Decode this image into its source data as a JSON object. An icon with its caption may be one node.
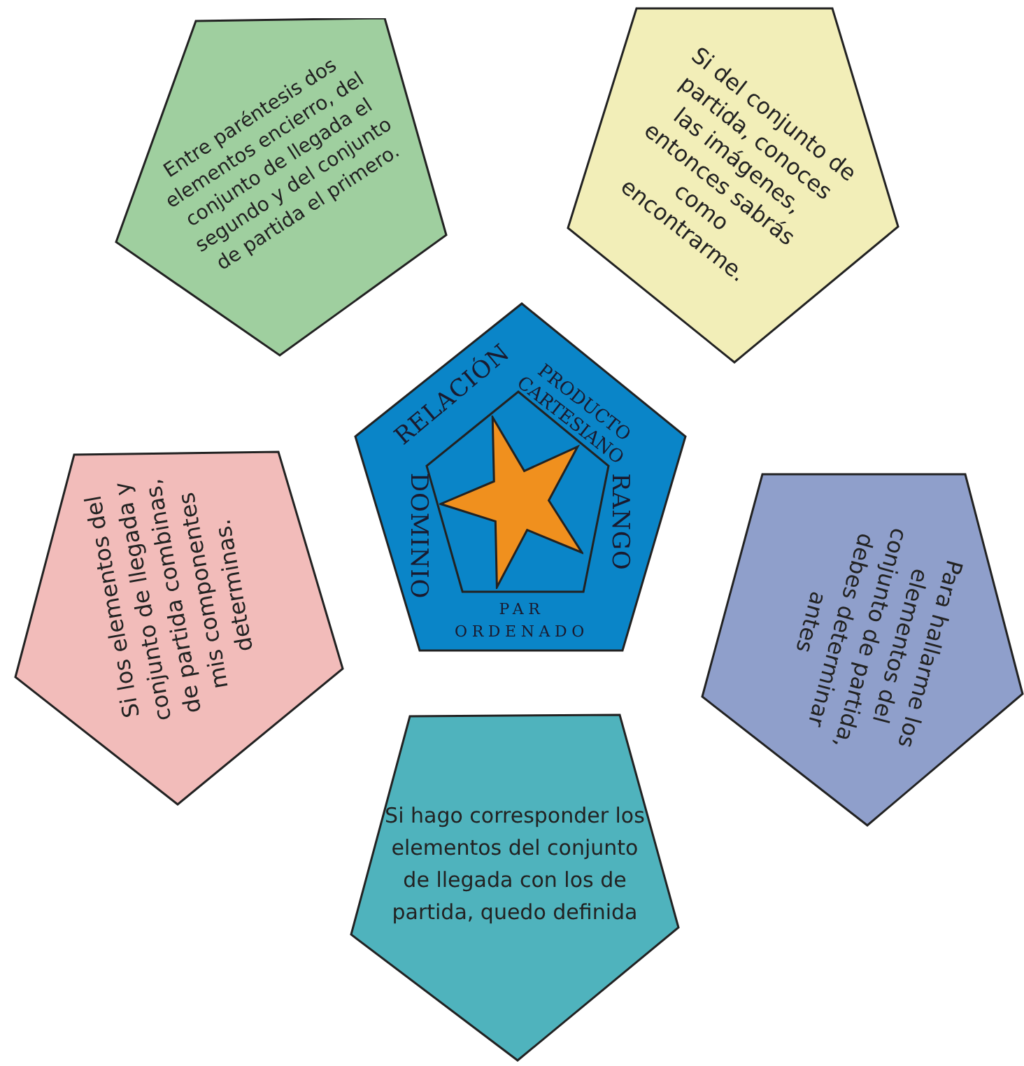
{
  "diagram": {
    "nodes": [
      {
        "text": [
          "Entre paréntesis dos elementos encierro, del conjunto de llegada el segundo y del conjunto de partida el primero."
        ]
      },
      {
        "text": [
          "Si del conjunto de partida, conoces las imágenes, entonces sabrás como encontrarme."
        ]
      },
      {
        "text": [
          "RELACIÓN",
          "PRODUCTO CARTESIANO",
          "DOMINIO",
          "RANGO",
          "PAR ORDENADO"
        ]
      },
      {
        "text": [
          "Si los elementos del conjunto de llegada y de partida combinas, mis componentes determinas."
        ]
      },
      {
        "text": [
          "Para hallarme los elementos del conjunto de partida, debes determinar antes"
        ]
      },
      {
        "text": [
          "Si hago corresponder los elementos del conjunto de llegada con los de partida, quedo definida"
        ]
      },
      {
        "text": [],
        "shape": "pentagon",
        "in": 2
      },
      {
        "text": [],
        "shape": "star",
        "in": 6
      }
    ],
    "edges": []
  }
}
